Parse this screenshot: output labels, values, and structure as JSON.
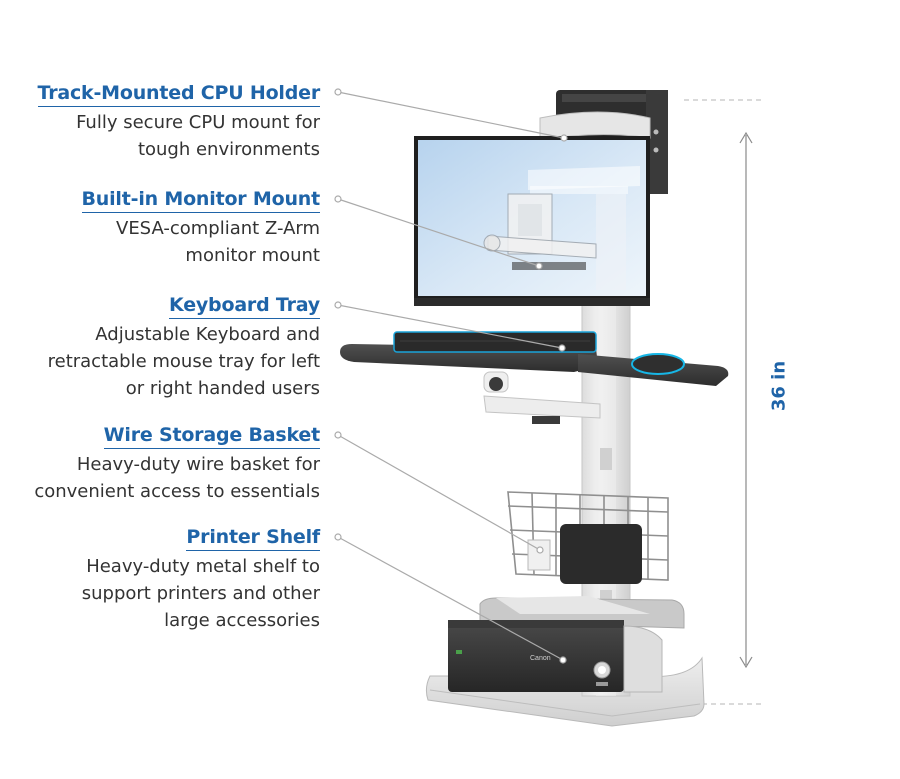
{
  "callouts": [
    {
      "title": "Track-Mounted CPU Holder",
      "lines": [
        "Fully secure CPU mount  for",
        "tough environments"
      ]
    },
    {
      "title": "Built-in Monitor Mount",
      "lines": [
        "VESA-compliant Z-Arm",
        "monitor mount"
      ]
    },
    {
      "title": "Keyboard Tray",
      "lines": [
        "Adjustable Keyboard and",
        "retractable mouse tray for left",
        "or right handed users"
      ]
    },
    {
      "title": "Wire Storage Basket",
      "lines": [
        "Heavy-duty wire basket for",
        "convenient access to essentials"
      ]
    },
    {
      "title": "Printer Shelf",
      "lines": [
        "Heavy-duty metal shelf to",
        "support printers and other",
        "large accessories"
      ]
    }
  ],
  "dimension": {
    "label": "36 in"
  },
  "printer_brand": "Canon",
  "colors": {
    "accent_blue": "#1f64a8",
    "body_text": "#333333",
    "leader_line": "#aaaaaa",
    "mouse_accent": "#17b6e6",
    "keyboard_backlight": "#1aa3d9"
  }
}
